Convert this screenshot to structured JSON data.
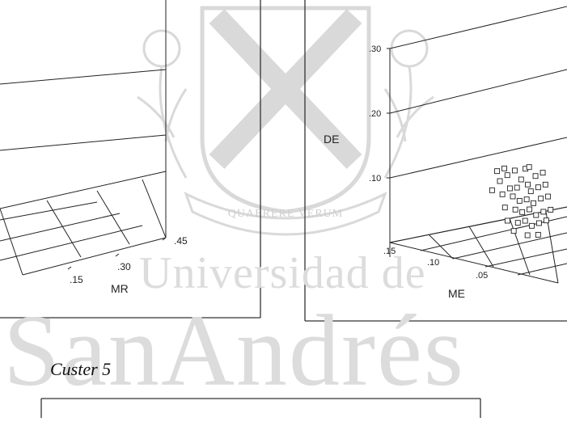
{
  "watermark": {
    "motto": "QUAERERE VERUM",
    "line1": "Universidad de",
    "line2": "SanAndrés"
  },
  "caption": "Custer 5",
  "chart_data": [
    {
      "type": "scatter",
      "projection": "3d",
      "xlabel": "MR",
      "x_ticks": [
        ".15",
        ".30",
        ".45"
      ],
      "y_ticks": [],
      "points": []
    },
    {
      "type": "scatter",
      "projection": "3d",
      "ylabel": "DE",
      "xlabel": "ME",
      "y_ticks": [
        ".10",
        ".20",
        ".30"
      ],
      "x_ticks": [
        ".15",
        ".10",
        ".05"
      ],
      "marker": "hollow-square",
      "points": [
        {
          "x": 0.095,
          "y": 0.115
        },
        {
          "x": 0.085,
          "y": 0.12
        },
        {
          "x": 0.07,
          "y": 0.118
        },
        {
          "x": 0.055,
          "y": 0.122
        },
        {
          "x": 0.05,
          "y": 0.125
        },
        {
          "x": 0.08,
          "y": 0.11
        },
        {
          "x": 0.06,
          "y": 0.105
        },
        {
          "x": 0.04,
          "y": 0.112
        },
        {
          "x": 0.03,
          "y": 0.118
        },
        {
          "x": 0.09,
          "y": 0.1
        },
        {
          "x": 0.075,
          "y": 0.09
        },
        {
          "x": 0.065,
          "y": 0.092
        },
        {
          "x": 0.05,
          "y": 0.098
        },
        {
          "x": 0.045,
          "y": 0.088
        },
        {
          "x": 0.035,
          "y": 0.095
        },
        {
          "x": 0.025,
          "y": 0.1
        },
        {
          "x": 0.1,
          "y": 0.085
        },
        {
          "x": 0.085,
          "y": 0.08
        },
        {
          "x": 0.07,
          "y": 0.078
        },
        {
          "x": 0.06,
          "y": 0.072
        },
        {
          "x": 0.05,
          "y": 0.075
        },
        {
          "x": 0.04,
          "y": 0.07
        },
        {
          "x": 0.03,
          "y": 0.078
        },
        {
          "x": 0.02,
          "y": 0.082
        },
        {
          "x": 0.08,
          "y": 0.06
        },
        {
          "x": 0.065,
          "y": 0.058
        },
        {
          "x": 0.055,
          "y": 0.055
        },
        {
          "x": 0.045,
          "y": 0.06
        },
        {
          "x": 0.035,
          "y": 0.052
        },
        {
          "x": 0.025,
          "y": 0.058
        },
        {
          "x": 0.015,
          "y": 0.062
        },
        {
          "x": 0.075,
          "y": 0.04
        },
        {
          "x": 0.06,
          "y": 0.038
        },
        {
          "x": 0.05,
          "y": 0.042
        },
        {
          "x": 0.04,
          "y": 0.035
        },
        {
          "x": 0.03,
          "y": 0.04
        },
        {
          "x": 0.02,
          "y": 0.045
        },
        {
          "x": 0.065,
          "y": 0.025
        },
        {
          "x": 0.045,
          "y": 0.02
        },
        {
          "x": 0.03,
          "y": 0.022
        }
      ]
    }
  ]
}
